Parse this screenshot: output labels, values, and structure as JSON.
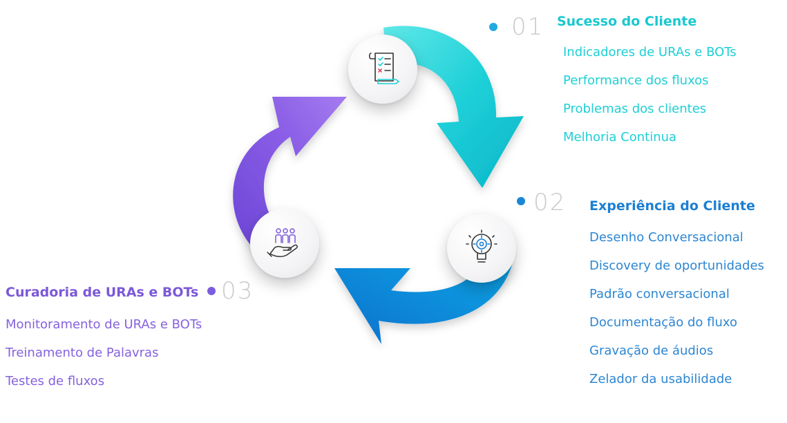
{
  "steps": [
    {
      "number": "01",
      "title": "Sucesso do Cliente",
      "items": [
        "Indicadores de URAs e BOTs",
        "Performance dos fluxos",
        "Problemas dos clientes",
        "Melhoria Continua"
      ],
      "icon": "checklist-icon",
      "color": "#1ecfd6",
      "dot_color": "#22a9e0"
    },
    {
      "number": "02",
      "title": "Experiência do Cliente",
      "items": [
        "Desenho Conversacional",
        "Discovery de oportunidades",
        "Padrão conversacional",
        "Documentação do fluxo",
        "Gravação de áudios",
        "Zelador da usabilidade"
      ],
      "icon": "lightbulb-gear-icon",
      "color": "#1c7fd1",
      "dot_color": "#1b86d6"
    },
    {
      "number": "03",
      "title": "Curadoria de URAs e BOTs",
      "items": [
        "Monitoramento de URAs e BOTs",
        "Treinamento de Palavras",
        "Testes de fluxos"
      ],
      "icon": "hand-people-icon",
      "color": "#7b58d8",
      "dot_color": "#7c5ce0"
    }
  ]
}
